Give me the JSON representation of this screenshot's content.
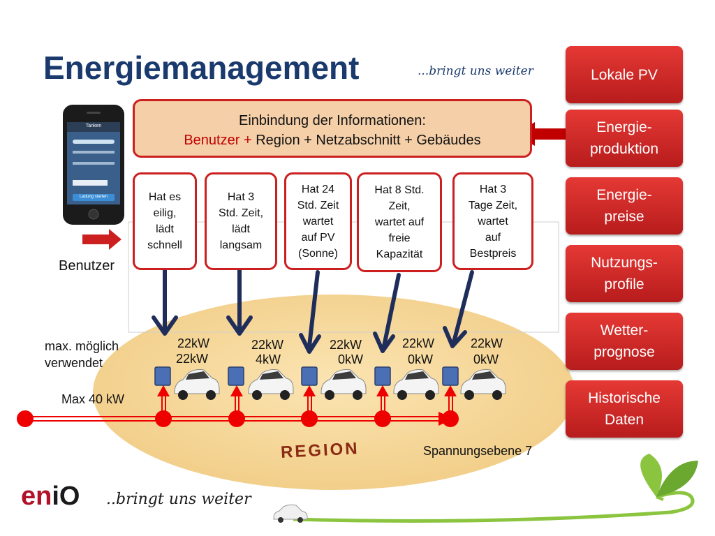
{
  "header": {
    "title": "Energiemanagement",
    "tagline": "...bringt uns  weiter"
  },
  "sidebar": {
    "items": [
      {
        "label": "Lokale PV"
      },
      {
        "label": "Energie-\nproduktion"
      },
      {
        "label": "Energie-\npreise"
      },
      {
        "label": "Nutzungs-\nprofile"
      },
      {
        "label": "Wetter-\nprognose"
      },
      {
        "label": "Historische\nDaten"
      }
    ]
  },
  "info": {
    "line1": "Einbindung der Informationen:",
    "benutzer": "Benutzer +",
    "rest": " Region +  Netzabschnitt + Gebäudes"
  },
  "callouts": [
    {
      "text": "Hat es\neilig,\nlädt\nschnell"
    },
    {
      "text": "Hat 3\nStd. Zeit,\nlädt\nlangsam"
    },
    {
      "text": "Hat 24\nStd. Zeit\nwartet\nauf PV\n(Sonne)"
    },
    {
      "text": "Hat 8 Std.\nZeit,\nwartet auf\nfreie\nKapazität"
    },
    {
      "text": "Hat 3\nTage Zeit,\nwartet\nauf\nBestpreis"
    }
  ],
  "phone": {
    "header": "Tanken",
    "button": "Ladung starten"
  },
  "labels": {
    "benutzer": "Benutzer",
    "max_possible": "max. möglich\nverwendet",
    "max_total": "Max 40 kW",
    "region": "REGION",
    "spannung": "Spannungsebene 7"
  },
  "chargers": [
    {
      "max": "22kW",
      "used": "22kW"
    },
    {
      "max": "22kW",
      "used": "4kW"
    },
    {
      "max": "22kW",
      "used": "0kW"
    },
    {
      "max": "22kW",
      "used": "0kW"
    },
    {
      "max": "22kW",
      "used": "0kW"
    }
  ],
  "logo": {
    "en": "en",
    "io": "iO",
    "tagline": "..bringt uns  weiter"
  },
  "colors": {
    "accent_red": "#cc1f1f",
    "title_blue": "#1a3a6e",
    "region_fill": "#f8dba0",
    "arrow_navy": "#1f2d5a"
  }
}
